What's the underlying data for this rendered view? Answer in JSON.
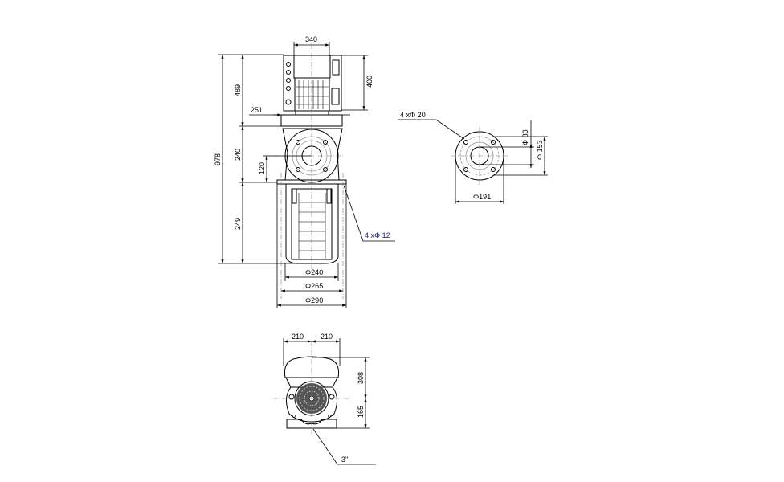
{
  "drawing": {
    "front_view": {
      "dim_motor_width": "340",
      "dim_motor_height": "400",
      "dim_total_height": "978",
      "dim_upper_height": "489",
      "dim_flange_offset": "251",
      "dim_pump_head_height": "240",
      "dim_port_height": "120",
      "dim_lower_height": "249",
      "dim_base_d1": "Φ240",
      "dim_base_d2": "Φ265",
      "dim_base_d3": "Φ290",
      "base_holes_note": "4   xΦ 12"
    },
    "flange_view": {
      "holes_note": "4   xΦ 20",
      "dim_bore": "Φ 80",
      "dim_bolt_circle": "Φ 153",
      "dim_outer": "Φ191"
    },
    "top_view": {
      "dim_half_left": "210",
      "dim_half_right": "210",
      "dim_motor_to_axis": "308",
      "dim_axis_to_base": "165",
      "port_thread_note": "3\""
    }
  }
}
